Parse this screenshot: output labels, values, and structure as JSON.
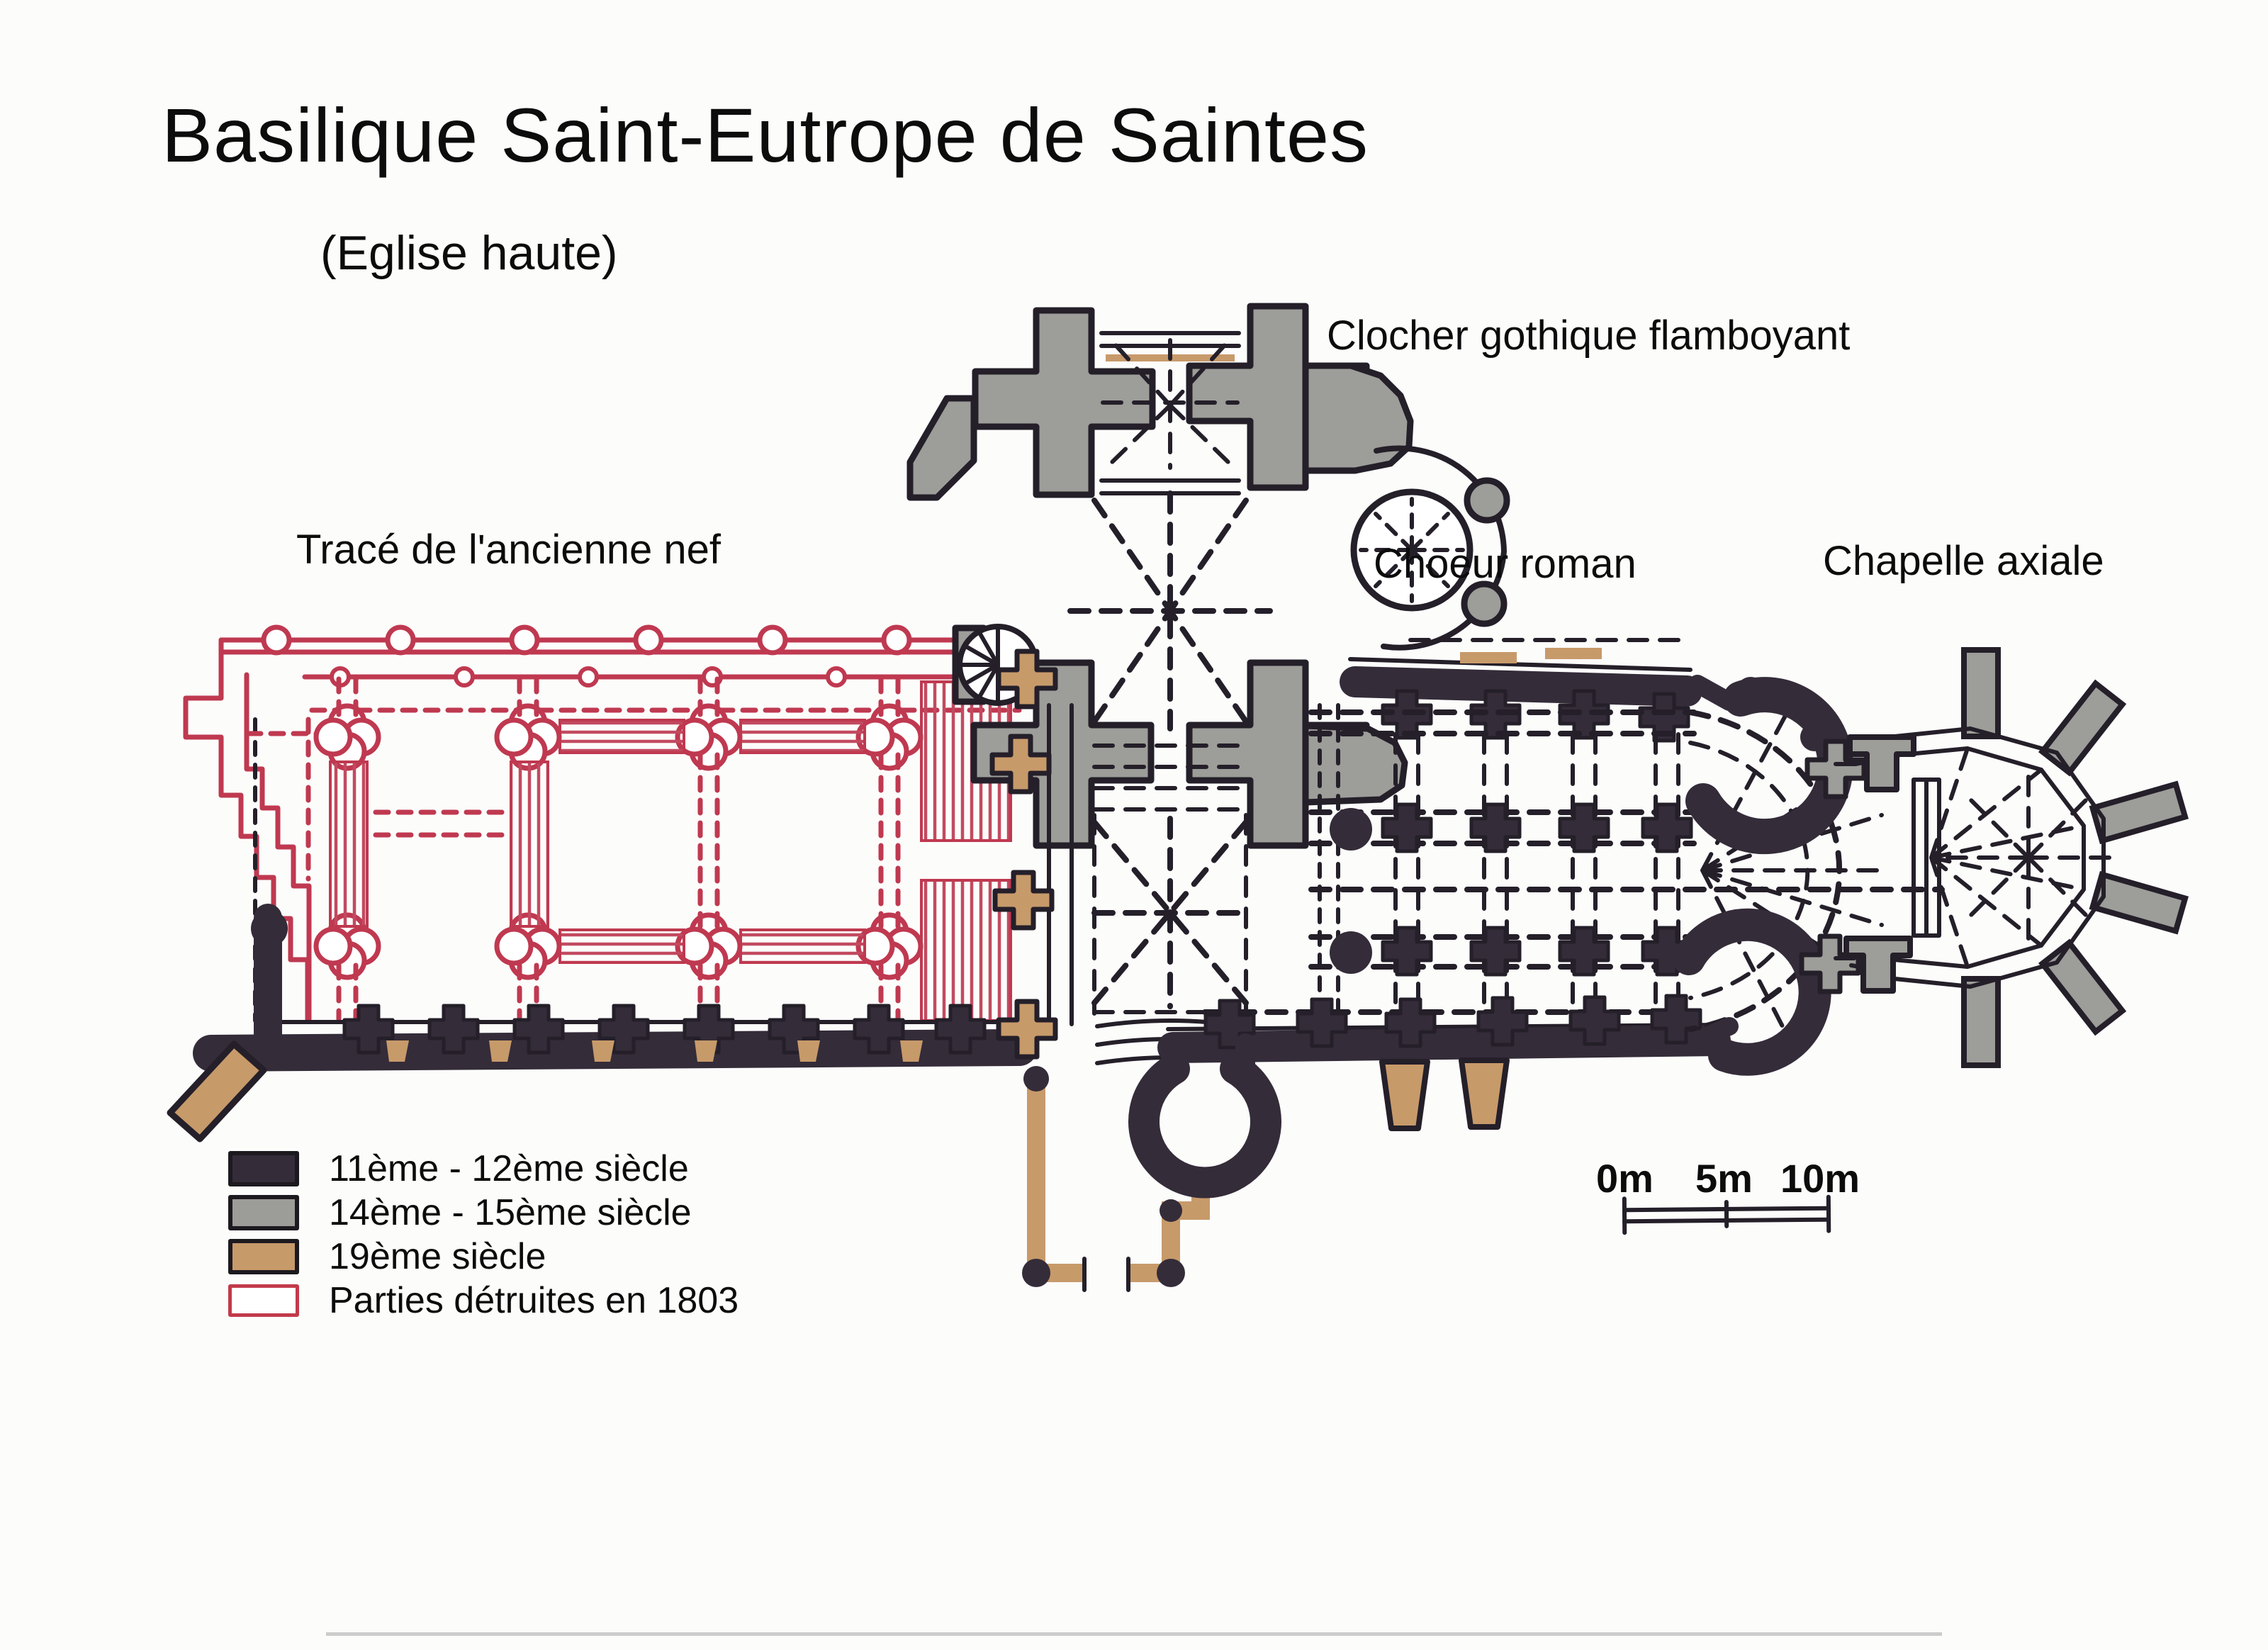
{
  "page": {
    "background": "#fcfcfb"
  },
  "title": "Basilique Saint-Eutrope de Saintes",
  "subtitle": "(Eglise haute)",
  "plan_labels": {
    "clocher": "Clocher gothique flamboyant",
    "nef": "Tracé de l'ancienne nef",
    "choeur": "Choeur roman",
    "chapelle": "Chapelle axiale"
  },
  "legend": {
    "items": [
      {
        "label": "11ème - 12ème siècle",
        "fill": "#342c39",
        "border": "#1d1a1f"
      },
      {
        "label": "14ème - 15ème siècle",
        "fill": "#9c9c98",
        "border": "#1d1a1f"
      },
      {
        "label": "19ème siècle",
        "fill": "#c79a6a",
        "border": "#1d1a1f"
      },
      {
        "label": "Parties détruites en 1803",
        "fill": "#ffffff",
        "border": "#c23a4a"
      }
    ]
  },
  "scale_bar": {
    "labels": [
      "0m",
      "5m",
      "10m"
    ]
  },
  "colors": {
    "ink": "#241f29",
    "period_11_12": "#342c39",
    "period_14_15": "#9c9c98",
    "period_19": "#c79a6a",
    "destroyed_1803": "#bf3950",
    "background": "#fcfcfb"
  }
}
